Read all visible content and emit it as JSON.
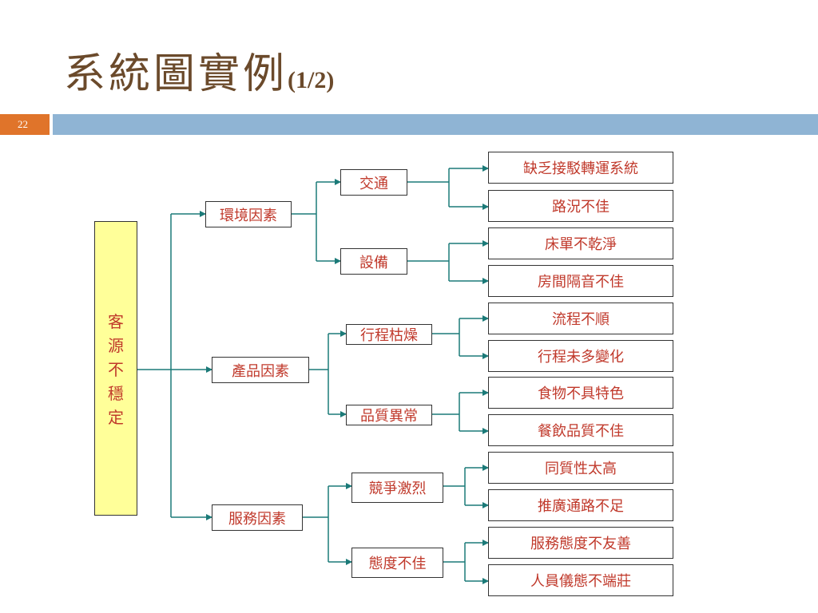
{
  "title": {
    "main": "系統圖實例",
    "sub": "(1/2)"
  },
  "page_number": "22",
  "root": {
    "label": "客源不穩定",
    "chars": [
      "客",
      "源",
      "不",
      "穩",
      "定"
    ]
  },
  "level1": [
    "環境因素",
    "產品因素",
    "服務因素"
  ],
  "level2": [
    "交通",
    "設備",
    "行程枯燥",
    "品質異常",
    "競爭激烈",
    "態度不佳"
  ],
  "level3": [
    "缺乏接駁轉運系統",
    "路況不佳",
    "床單不乾淨",
    "房間隔音不佳",
    "流程不順",
    "行程未多變化",
    "食物不具特色",
    "餐飲品質不佳",
    "同質性太高",
    "推廣通路不足",
    "服務態度不友善",
    "人員儀態不端莊"
  ],
  "colors": {
    "title": "#6b4a2b",
    "text": "#c0392b",
    "connector": "#1b7a78",
    "root_fill": "#ffff99",
    "page_box": "#e0742a",
    "header_bar": "#8fb4d4"
  }
}
